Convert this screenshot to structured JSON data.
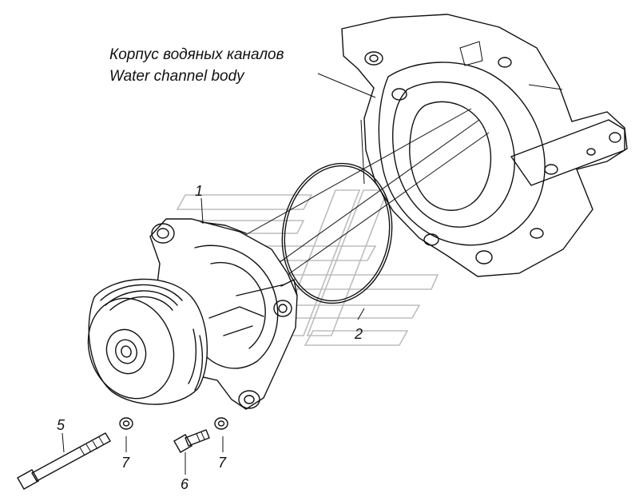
{
  "caption": {
    "ru": "Корпус водяных каналов",
    "en": "Water channel body"
  },
  "callouts": {
    "pump": "1",
    "gasket": "2",
    "bolt_long": "5",
    "bolt_short": "6",
    "washer_left": "7",
    "washer_right": "7"
  }
}
